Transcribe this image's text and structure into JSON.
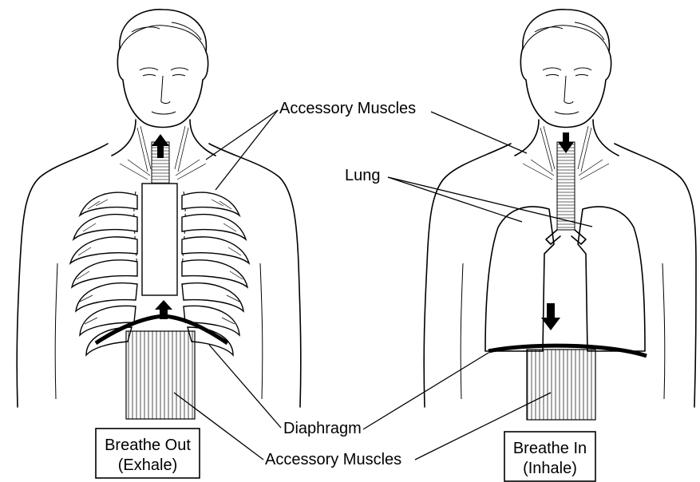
{
  "labels": {
    "accessory_muscles_top": "Accessory Muscles",
    "lung": "Lung",
    "diaphragm": "Diaphragm",
    "accessory_muscles_bottom": "Accessory Muscles"
  },
  "panels": {
    "exhale": {
      "line1": "Breathe Out",
      "line2": "(Exhale)"
    },
    "inhale": {
      "line1": "Breathe In",
      "line2": "(Inhale)"
    }
  }
}
